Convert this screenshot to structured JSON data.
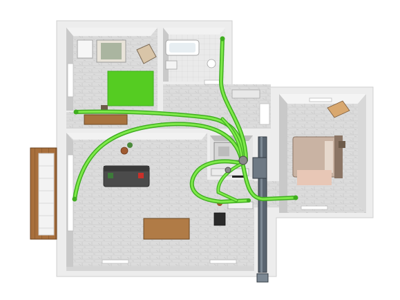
{
  "diagram": {
    "kind": "isometric apartment floor plan with ventilation ducts",
    "colors": {
      "background": "#ffffff",
      "wall_top": "#ededed",
      "wall_side": "#c9c9c9",
      "floor_marble": "#dcdcdc",
      "floor_vein": "#bfbfbf",
      "bathroom_floor": "#e8e8e8",
      "duct": "#66dd3a",
      "duct_dark": "#3fae1f",
      "rug_green": "#55cc22",
      "wood": "#b07b46",
      "wood_dark": "#7a4f28",
      "sofa": "#4b4b4b",
      "bed": "#c9b3a3",
      "pipe": "#5a6570"
    },
    "rooms": [
      {
        "id": "bedroom-left",
        "icon": "bed-icon"
      },
      {
        "id": "bathroom",
        "icon": "bathtub-icon"
      },
      {
        "id": "hallway",
        "icon": "door-icon"
      },
      {
        "id": "living-room",
        "icon": "sofa-icon"
      },
      {
        "id": "utility-room",
        "icon": "vent-unit-icon"
      },
      {
        "id": "bedroom-right",
        "icon": "bed-icon"
      },
      {
        "id": "balcony",
        "icon": "stairs-icon"
      }
    ],
    "ducts": [
      {
        "id": "supply-bedroom-left"
      },
      {
        "id": "supply-living-window"
      },
      {
        "id": "supply-bathroom"
      },
      {
        "id": "supply-bedroom-right"
      },
      {
        "id": "supply-kitchen"
      }
    ]
  }
}
